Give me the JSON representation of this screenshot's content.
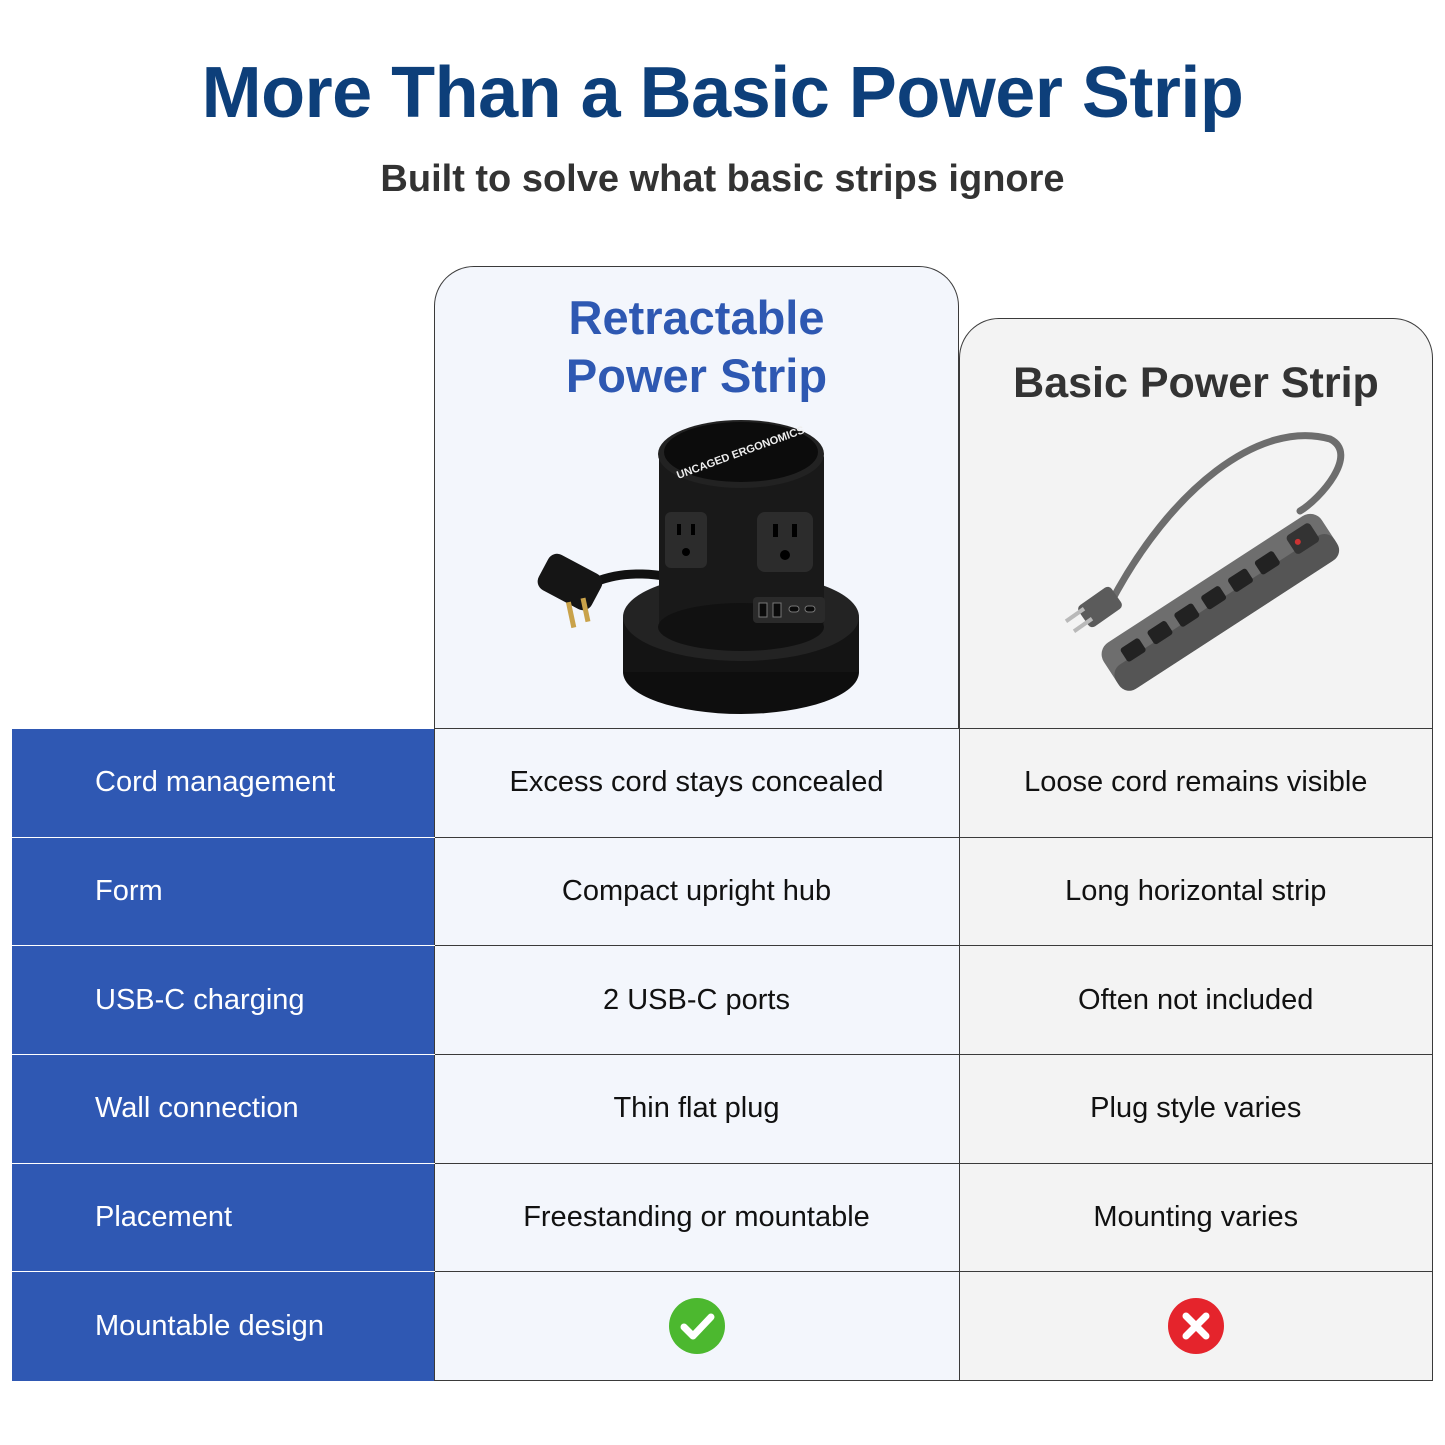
{
  "title": "More Than a Basic Power Strip",
  "subtitle": "Built to solve what basic strips ignore",
  "columns": {
    "a": {
      "title": "Retractable\nPower Strip",
      "brand_logo": "UNCAGED ERGONOMICS"
    },
    "b": {
      "title": "Basic Power Strip"
    }
  },
  "rows": [
    {
      "feature": "Cord management",
      "a": "Excess cord stays concealed",
      "b": "Loose cord remains visible"
    },
    {
      "feature": "Form",
      "a": "Compact upright hub",
      "b": "Long horizontal strip"
    },
    {
      "feature": "USB-C charging",
      "a": "2 USB-C ports",
      "b": "Often not included"
    },
    {
      "feature": "Wall connection",
      "a": "Thin flat plug",
      "b": "Plug style varies"
    },
    {
      "feature": "Placement",
      "a": "Freestanding or mountable",
      "b": "Mounting varies"
    },
    {
      "feature": "Mountable design",
      "a_icon": "check-icon",
      "b_icon": "cross-icon"
    }
  ],
  "colors": {
    "title": "#0d3f7a",
    "accent": "#2e58b2",
    "feature_bg": "#2f58b3",
    "check": "#4cb82f",
    "cross": "#e5242c"
  }
}
